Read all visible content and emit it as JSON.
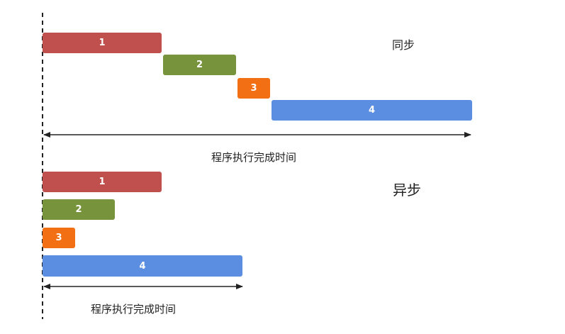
{
  "colors": {
    "task1": "#c0504d",
    "task2": "#77933c",
    "task3": "#f36f13",
    "task4": "#5b8ee0",
    "line": "#222222"
  },
  "sync": {
    "title": "同步",
    "caption": "程序执行完成时间",
    "tasks": [
      {
        "label": "1",
        "color": "#c0504d"
      },
      {
        "label": "2",
        "color": "#77933c"
      },
      {
        "label": "3",
        "color": "#f36f13"
      },
      {
        "label": "4",
        "color": "#5b8ee0"
      }
    ]
  },
  "async": {
    "title": "异步",
    "caption": "程序执行完成时间",
    "tasks": [
      {
        "label": "1",
        "color": "#c0504d"
      },
      {
        "label": "2",
        "color": "#77933c"
      },
      {
        "label": "3",
        "color": "#f36f13"
      },
      {
        "label": "4",
        "color": "#5b8ee0"
      }
    ]
  }
}
